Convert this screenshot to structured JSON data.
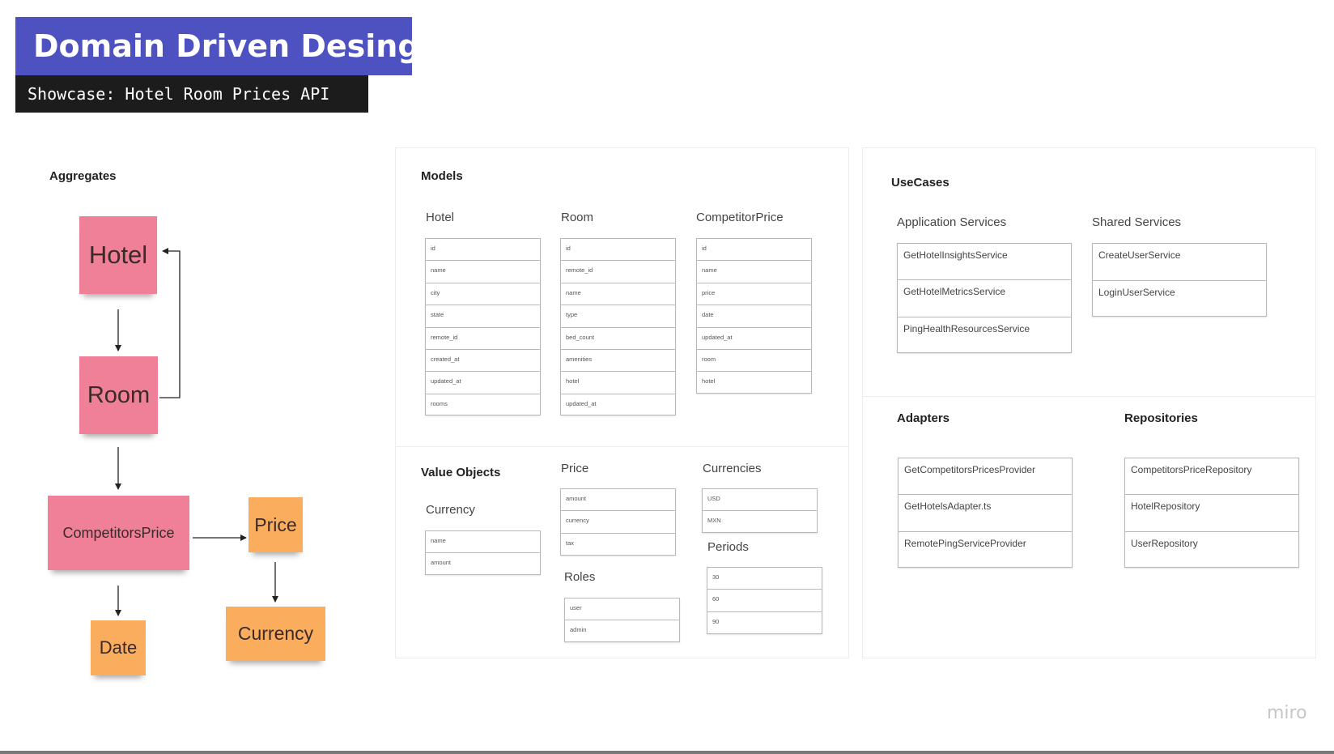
{
  "header": {
    "title": "Domain Driven Desing",
    "subtitle": "Showcase: Hotel Room Prices API"
  },
  "aggregates": {
    "heading": "Aggregates",
    "hotel": "Hotel",
    "room": "Room",
    "competitors_price": "CompetitorsPrice",
    "price": "Price",
    "currency": "Currency",
    "date": "Date"
  },
  "models": {
    "heading": "Models",
    "hotel": {
      "title": "Hotel",
      "fields": [
        "id",
        "name",
        "city",
        "state",
        "remote_id",
        "created_at",
        "updated_at",
        "rooms"
      ]
    },
    "room": {
      "title": "Room",
      "fields": [
        "id",
        "remote_id",
        "name",
        "type",
        "bed_count",
        "amenities",
        "hotel",
        "updated_at"
      ]
    },
    "competitor_price": {
      "title": "CompetitorPrice",
      "fields": [
        "id",
        "name",
        "price",
        "date",
        "updated_at",
        "room",
        "hotel"
      ]
    }
  },
  "value_objects": {
    "heading": "Value Objects",
    "currency": {
      "title": "Currency",
      "fields": [
        "name",
        "amount"
      ]
    },
    "price": {
      "title": "Price",
      "fields": [
        "amount",
        "currency",
        "tax"
      ]
    },
    "currencies": {
      "title": "Currencies",
      "fields": [
        "USD",
        "MXN"
      ]
    },
    "roles": {
      "title": "Roles",
      "fields": [
        "user",
        "admin"
      ]
    },
    "periods": {
      "title": "Periods",
      "fields": [
        "30",
        "60",
        "90"
      ]
    }
  },
  "usecases": {
    "heading": "UseCases",
    "application_services": {
      "title": "Application Services",
      "items": [
        "GetHotelInsightsService",
        "GetHotelMetricsService",
        "PingHealthResourcesService"
      ]
    },
    "shared_services": {
      "title": "Shared Services",
      "items": [
        "CreateUserService",
        "LoginUserService"
      ]
    }
  },
  "adapters": {
    "heading": "Adapters",
    "items": [
      "GetCompetitorsPricesProvider",
      "GetHotelsAdapter.ts",
      "RemotePingServiceProvider"
    ]
  },
  "repositories": {
    "heading": "Repositories",
    "items": [
      "CompetitorsPriceRepository",
      "HotelRepository",
      "UserRepository"
    ]
  },
  "footer": {
    "logo": "miro"
  }
}
